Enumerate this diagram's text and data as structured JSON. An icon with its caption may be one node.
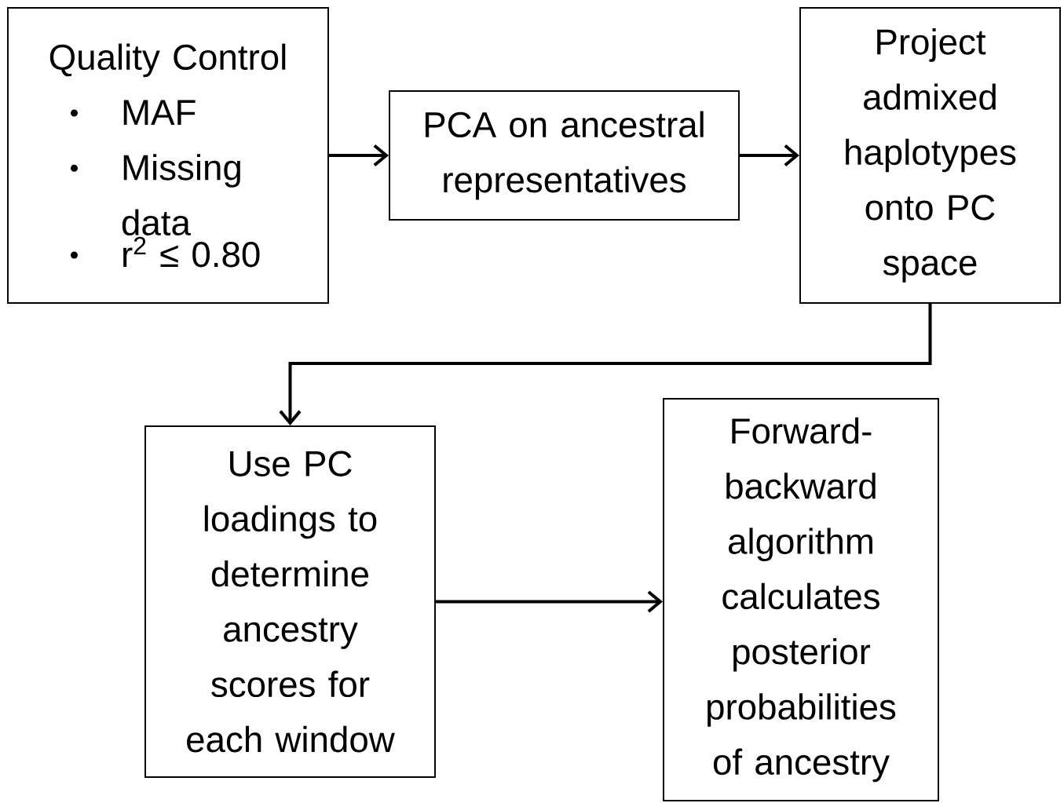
{
  "diagram": {
    "nodes": [
      {
        "text": [
          "Quality Control",
          "MAF",
          "Missing data",
          "r$^{2}$ ≤ 0.80"
        ]
      },
      {
        "text": [
          "PCA on ancestral representatives"
        ]
      },
      {
        "text": [
          "Project admixed haplotypes onto PC space"
        ]
      },
      {
        "text": [
          "Use PC loadings to determine ancestry scores for each window"
        ]
      },
      {
        "text": [
          "Forward-backward algorithm calculates posterior probabilities of ancestry"
        ]
      }
    ],
    "edges": [
      {
        "from": 0,
        "to": 1,
        "arrow": "to"
      },
      {
        "from": 1,
        "to": 2,
        "arrow": "to"
      },
      {
        "from": 2,
        "to": 3,
        "arrow": "to"
      },
      {
        "from": 3,
        "to": 4,
        "arrow": "to"
      }
    ]
  }
}
